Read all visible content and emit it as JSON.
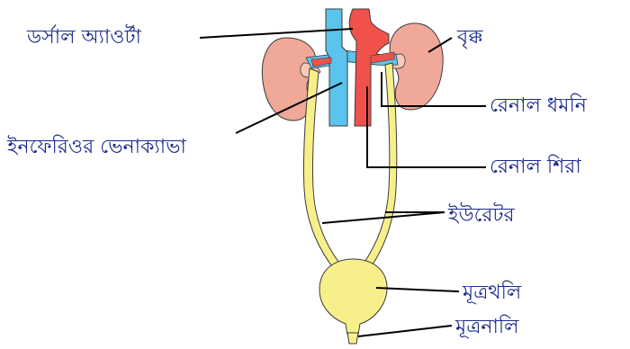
{
  "labels": {
    "dorsal_aorta": "ডর্সাল অ্যাওর্টা",
    "kidney": "বৃক্ক",
    "renal_artery": "রেনাল ধমনি",
    "inferior_vena_cava": "ইনফেরিওর ভেনাক্যাভা",
    "renal_vein": "রেনাল শিরা",
    "ureter": "ইউরেটর",
    "urinary_bladder": "মূত্রথলি",
    "urethra": "মূত্রনালি"
  },
  "colors": {
    "label_text": "#1a2b8c",
    "kidney_fill": "#f0a898",
    "kidney_pelvis": "#f6c9b8",
    "aorta_fill": "#f0524b",
    "vena_cava_fill": "#5bc4ec",
    "ureter_fill": "#f7f08a",
    "bladder_fill": "#f7f08a",
    "outline": "#3a3a3a",
    "leader_line": "#000000"
  }
}
